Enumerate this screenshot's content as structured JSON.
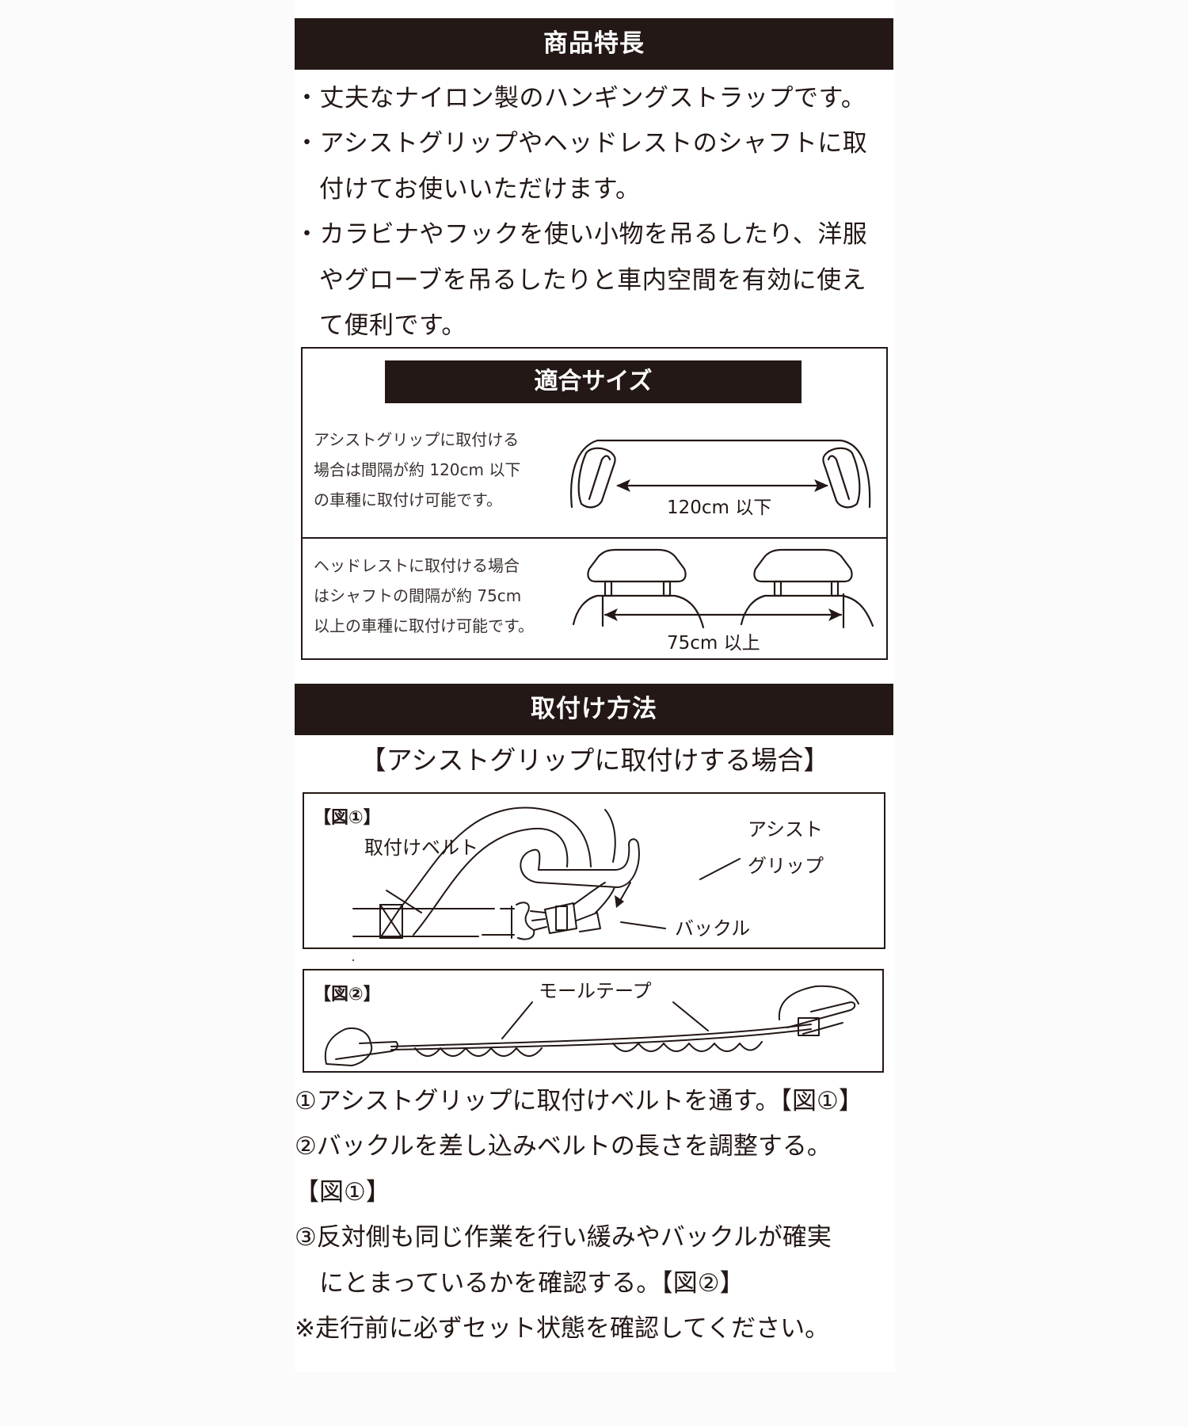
{
  "features": {
    "title": "商品特長",
    "bullets": [
      {
        "marker": "・",
        "lines": [
          "丈夫なナイロン製のハンギングストラップです。"
        ]
      },
      {
        "marker": "・",
        "lines": [
          "アシストグリップやヘッドレストのシャフトに取",
          "付けてお使いいただけます。"
        ]
      },
      {
        "marker": "・",
        "lines": [
          "カラビナやフックを使い小物を吊るしたり、洋服",
          "やグローブを吊るしたりと車内空間を有効に使え",
          "て便利です。"
        ]
      }
    ]
  },
  "fit_size": {
    "title": "適合サイズ",
    "assist_grip": {
      "lines": [
        "アシストグリップに取付ける",
        "場合は間隔が約 120cm 以下",
        "の車種に取付け可能です。"
      ],
      "dimension_label": "120cm 以下"
    },
    "headrest": {
      "lines": [
        "ヘッドレストに取付ける場合",
        "はシャフトの間隔が約 75cm",
        "以上の車種に取付け可能です。"
      ],
      "dimension_label": "75cm 以上"
    }
  },
  "installation": {
    "title": "取付け方法",
    "subtitle": "【アシストグリップに取付けする場合】",
    "figure1": {
      "tag": "【図①】",
      "labels": {
        "belt": "取付けベルト",
        "grip_line1": "アシスト",
        "grip_line2": "グリップ",
        "buckle": "バックル"
      }
    },
    "figure2": {
      "tag": "【図②】",
      "labels": {
        "mole_tape": "モールテープ"
      }
    },
    "steps": [
      "①アシストグリップに取付けベルトを通す。【図①】",
      "②バックルを差し込みベルトの長さを調整する。",
      "【図①】",
      "③反対側も同じ作業を行い緩みやバックルが確実",
      "　にとまっているかを確認する。【図②】",
      "※走行前に必ずセット状態を確認してください。"
    ]
  },
  "colors": {
    "bar": "#231815",
    "text": "#231815",
    "page_bg": "#ffffff",
    "outer_bg": "#fbfbfb"
  }
}
